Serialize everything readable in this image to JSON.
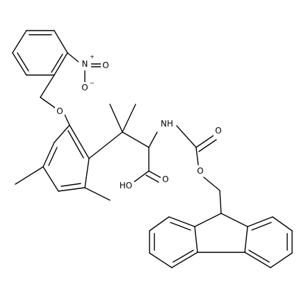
{
  "structure": {
    "atoms": {
      "nitro_n": "N",
      "nitro_o_double": "O",
      "nitro_o_single": "O",
      "ether_o": "O",
      "amide_nh": "NH",
      "carbamate_o_double": "O",
      "carbamate_o_single": "O",
      "acid_oh": "HO",
      "acid_o_double": "O"
    },
    "charges": {
      "nitro_n": "+",
      "nitro_o_single": "−"
    }
  },
  "colors": {
    "bond": "#000000",
    "background": "#ffffff"
  }
}
